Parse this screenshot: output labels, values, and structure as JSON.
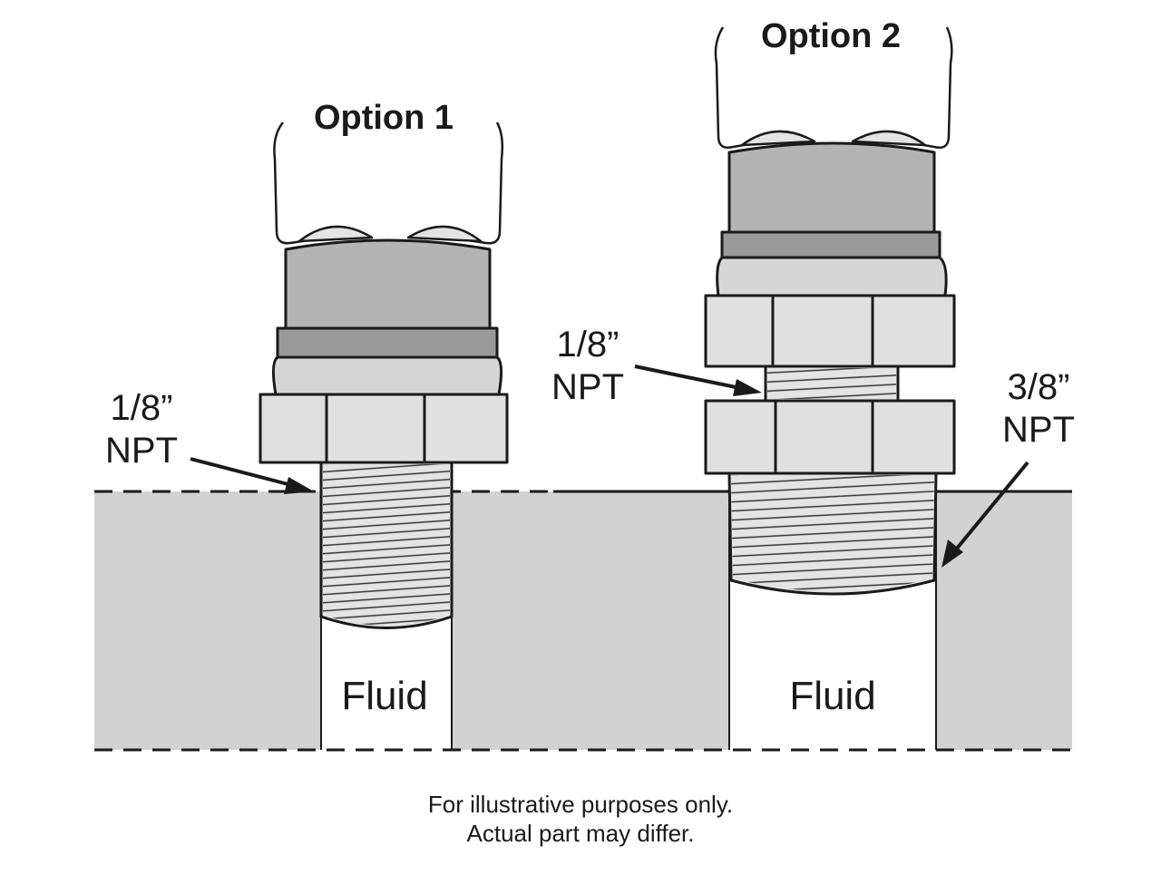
{
  "options": [
    {
      "title": "Option 1",
      "callouts": [
        {
          "line1": "1/8”",
          "line2": "NPT"
        }
      ],
      "fluid_label": "Fluid"
    },
    {
      "title": "Option 2",
      "callouts": [
        {
          "line1": "1/8”",
          "line2": "NPT"
        },
        {
          "line1": "3/8”",
          "line2": "NPT"
        }
      ],
      "fluid_label": "Fluid"
    }
  ],
  "disclaimer": {
    "line1": "For illustrative purposes only.",
    "line2": "Actual part may differ."
  },
  "colors": {
    "background": "#ffffff",
    "tank_fill": "#d2d2d2",
    "part_fill_light": "#dcdcdc",
    "part_fill_mid": "#b4b4b4",
    "part_fill_dark": "#9a9a9a",
    "stroke": "#1a1a1a"
  }
}
